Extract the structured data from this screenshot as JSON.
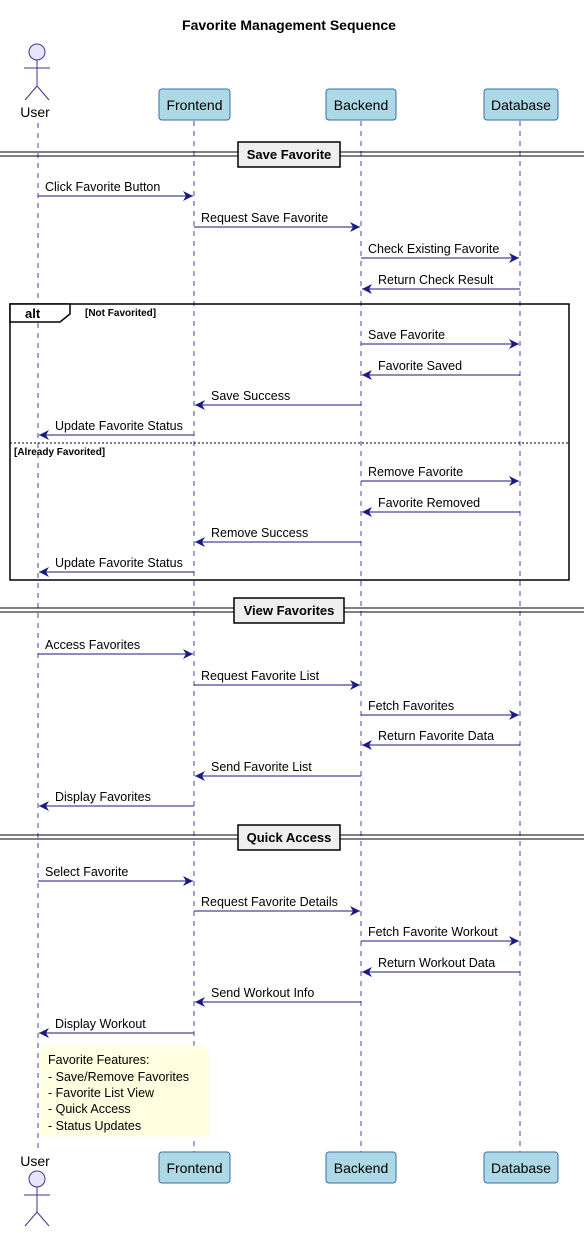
{
  "title": "Favorite Management Sequence",
  "participants": [
    {
      "id": "user",
      "label": "User",
      "kind": "actor"
    },
    {
      "id": "frontend",
      "label": "Frontend",
      "kind": "participant"
    },
    {
      "id": "backend",
      "label": "Backend",
      "kind": "participant"
    },
    {
      "id": "database",
      "label": "Database",
      "kind": "participant"
    }
  ],
  "sections": [
    {
      "label": "Save Favorite"
    },
    {
      "label": "View Favorites"
    },
    {
      "label": "Quick Access"
    }
  ],
  "alt": {
    "label": "alt",
    "guards": [
      "[Not Favorited]",
      "[Already Favorited]"
    ]
  },
  "messages": [
    {
      "from": "user",
      "to": "frontend",
      "text": "Click Favorite Button"
    },
    {
      "from": "frontend",
      "to": "backend",
      "text": "Request Save Favorite"
    },
    {
      "from": "backend",
      "to": "database",
      "text": "Check Existing Favorite"
    },
    {
      "from": "database",
      "to": "backend",
      "text": "Return Check Result"
    },
    {
      "from": "backend",
      "to": "database",
      "text": "Save Favorite"
    },
    {
      "from": "database",
      "to": "backend",
      "text": "Favorite Saved"
    },
    {
      "from": "backend",
      "to": "frontend",
      "text": "Save Success"
    },
    {
      "from": "frontend",
      "to": "user",
      "text": "Update Favorite Status"
    },
    {
      "from": "backend",
      "to": "database",
      "text": "Remove Favorite"
    },
    {
      "from": "database",
      "to": "backend",
      "text": "Favorite Removed"
    },
    {
      "from": "backend",
      "to": "frontend",
      "text": "Remove Success"
    },
    {
      "from": "frontend",
      "to": "user",
      "text": "Update Favorite Status"
    },
    {
      "from": "user",
      "to": "frontend",
      "text": "Access Favorites"
    },
    {
      "from": "frontend",
      "to": "backend",
      "text": "Request Favorite List"
    },
    {
      "from": "backend",
      "to": "database",
      "text": "Fetch Favorites"
    },
    {
      "from": "database",
      "to": "backend",
      "text": "Return Favorite Data"
    },
    {
      "from": "backend",
      "to": "frontend",
      "text": "Send Favorite List"
    },
    {
      "from": "frontend",
      "to": "user",
      "text": "Display Favorites"
    },
    {
      "from": "user",
      "to": "frontend",
      "text": "Select Favorite"
    },
    {
      "from": "frontend",
      "to": "backend",
      "text": "Request Favorite Details"
    },
    {
      "from": "backend",
      "to": "database",
      "text": "Fetch Favorite Workout"
    },
    {
      "from": "database",
      "to": "backend",
      "text": "Return Workout Data"
    },
    {
      "from": "backend",
      "to": "frontend",
      "text": "Send Workout Info"
    },
    {
      "from": "frontend",
      "to": "user",
      "text": "Display Workout"
    }
  ],
  "note": {
    "lines": [
      "Favorite Features:",
      "- Save/Remove Favorites",
      "- Favorite List View",
      "- Quick Access",
      "- Status Updates"
    ]
  },
  "colors": {
    "participant_fill": "#add8e6",
    "actor_fill": "#e6e6fa",
    "note_fill": "#fefee0",
    "arrow": "#1a1a80",
    "lifeline": "#1a1a9e"
  }
}
